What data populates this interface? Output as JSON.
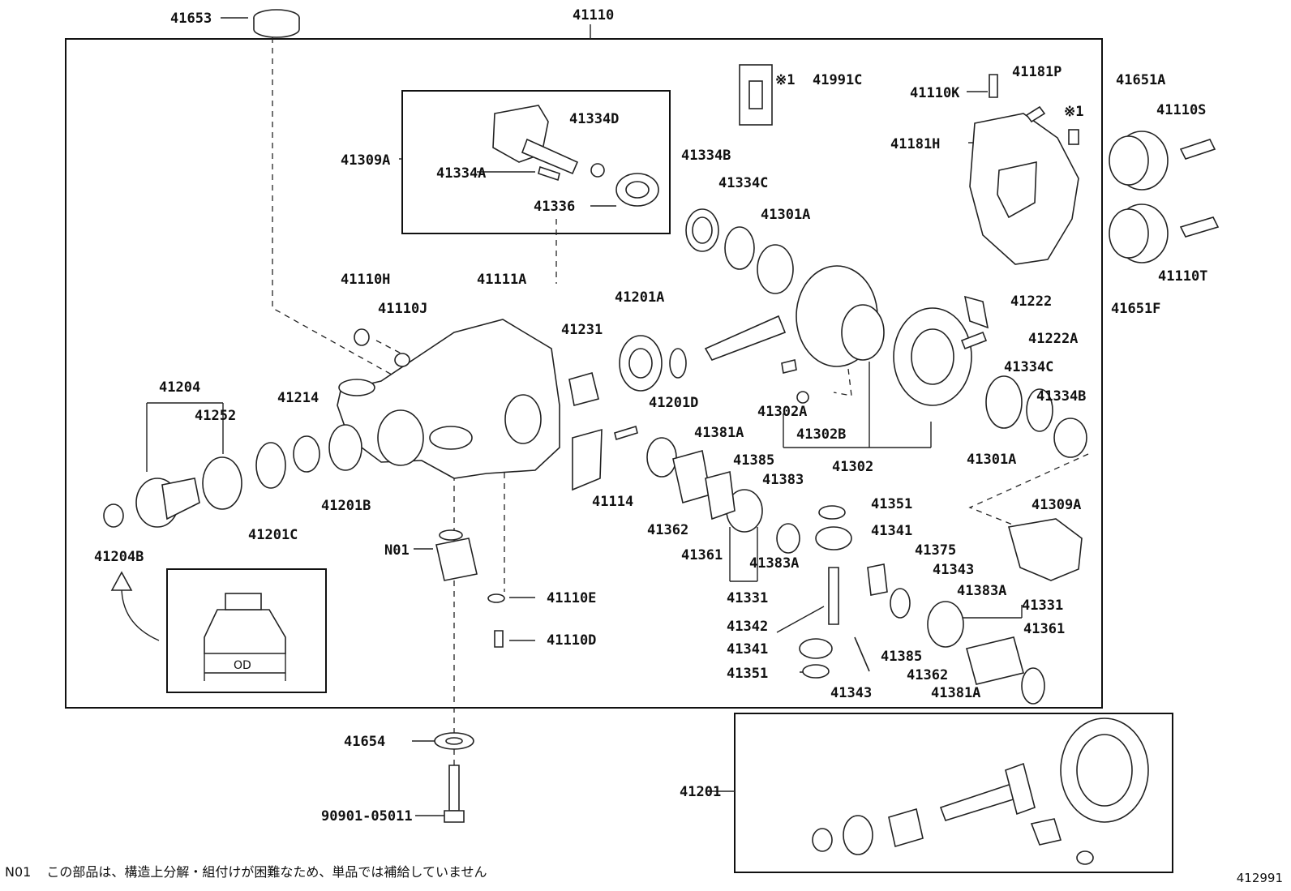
{
  "parts": {
    "p41110": "41110",
    "p41653": "41653",
    "p41309A": "41309A",
    "p41334D": "41334D",
    "p41334A": "41334A",
    "p41336": "41336",
    "p41991C": "41991C",
    "p41991C_mark": "※1",
    "p41110K": "41110K",
    "p41181P": "41181P",
    "p41181H": "41181H",
    "star1": "※1",
    "p41651A": "41651A",
    "p41110S": "41110S",
    "p41110T": "41110T",
    "p41651F": "41651F",
    "p41334B": "41334B",
    "p41334C": "41334C",
    "p41301A": "41301A",
    "p41110H": "41110H",
    "p41110J": "41110J",
    "p41111A": "41111A",
    "p41201A": "41201A",
    "p41231": "41231",
    "p41201D": "41201D",
    "p41222": "41222",
    "p41222A": "41222A",
    "p41204": "41204",
    "p41252": "41252",
    "p41214": "41214",
    "p41302A": "41302A",
    "p41302B": "41302B",
    "p41302": "41302",
    "p41334C_r": "41334C",
    "p41334B_r": "41334B",
    "p41301A_r": "41301A",
    "p41381A": "41381A",
    "p41385": "41385",
    "p41383": "41383",
    "p41201B": "41201B",
    "p41201C": "41201C",
    "p41114": "41114",
    "p41351": "41351",
    "p41341": "41341",
    "p41309A_r": "41309A",
    "p41362": "41362",
    "p41361": "41361",
    "p41383A": "41383A",
    "p41204B": "41204B",
    "N01": "N01",
    "p41375": "41375",
    "p41343": "41343",
    "p41331": "41331",
    "p41383A_r": "41383A",
    "p41331_r": "41331",
    "p41361_r": "41361",
    "p41110E": "41110E",
    "p41342": "41342",
    "p41341_b": "41341",
    "p41385_b": "41385",
    "p41362_b": "41362",
    "p41110D": "41110D",
    "p41351_b": "41351",
    "p41343_b": "41343",
    "p41381A_b": "41381A",
    "p41654": "41654",
    "p41201": "41201",
    "p90901": "90901-05011",
    "od": "OD"
  },
  "footnote": {
    "code": "N01",
    "text": "この部品は、構造上分解・組付けが困難なため、単品では補給していません"
  },
  "diagram_id": "412991"
}
